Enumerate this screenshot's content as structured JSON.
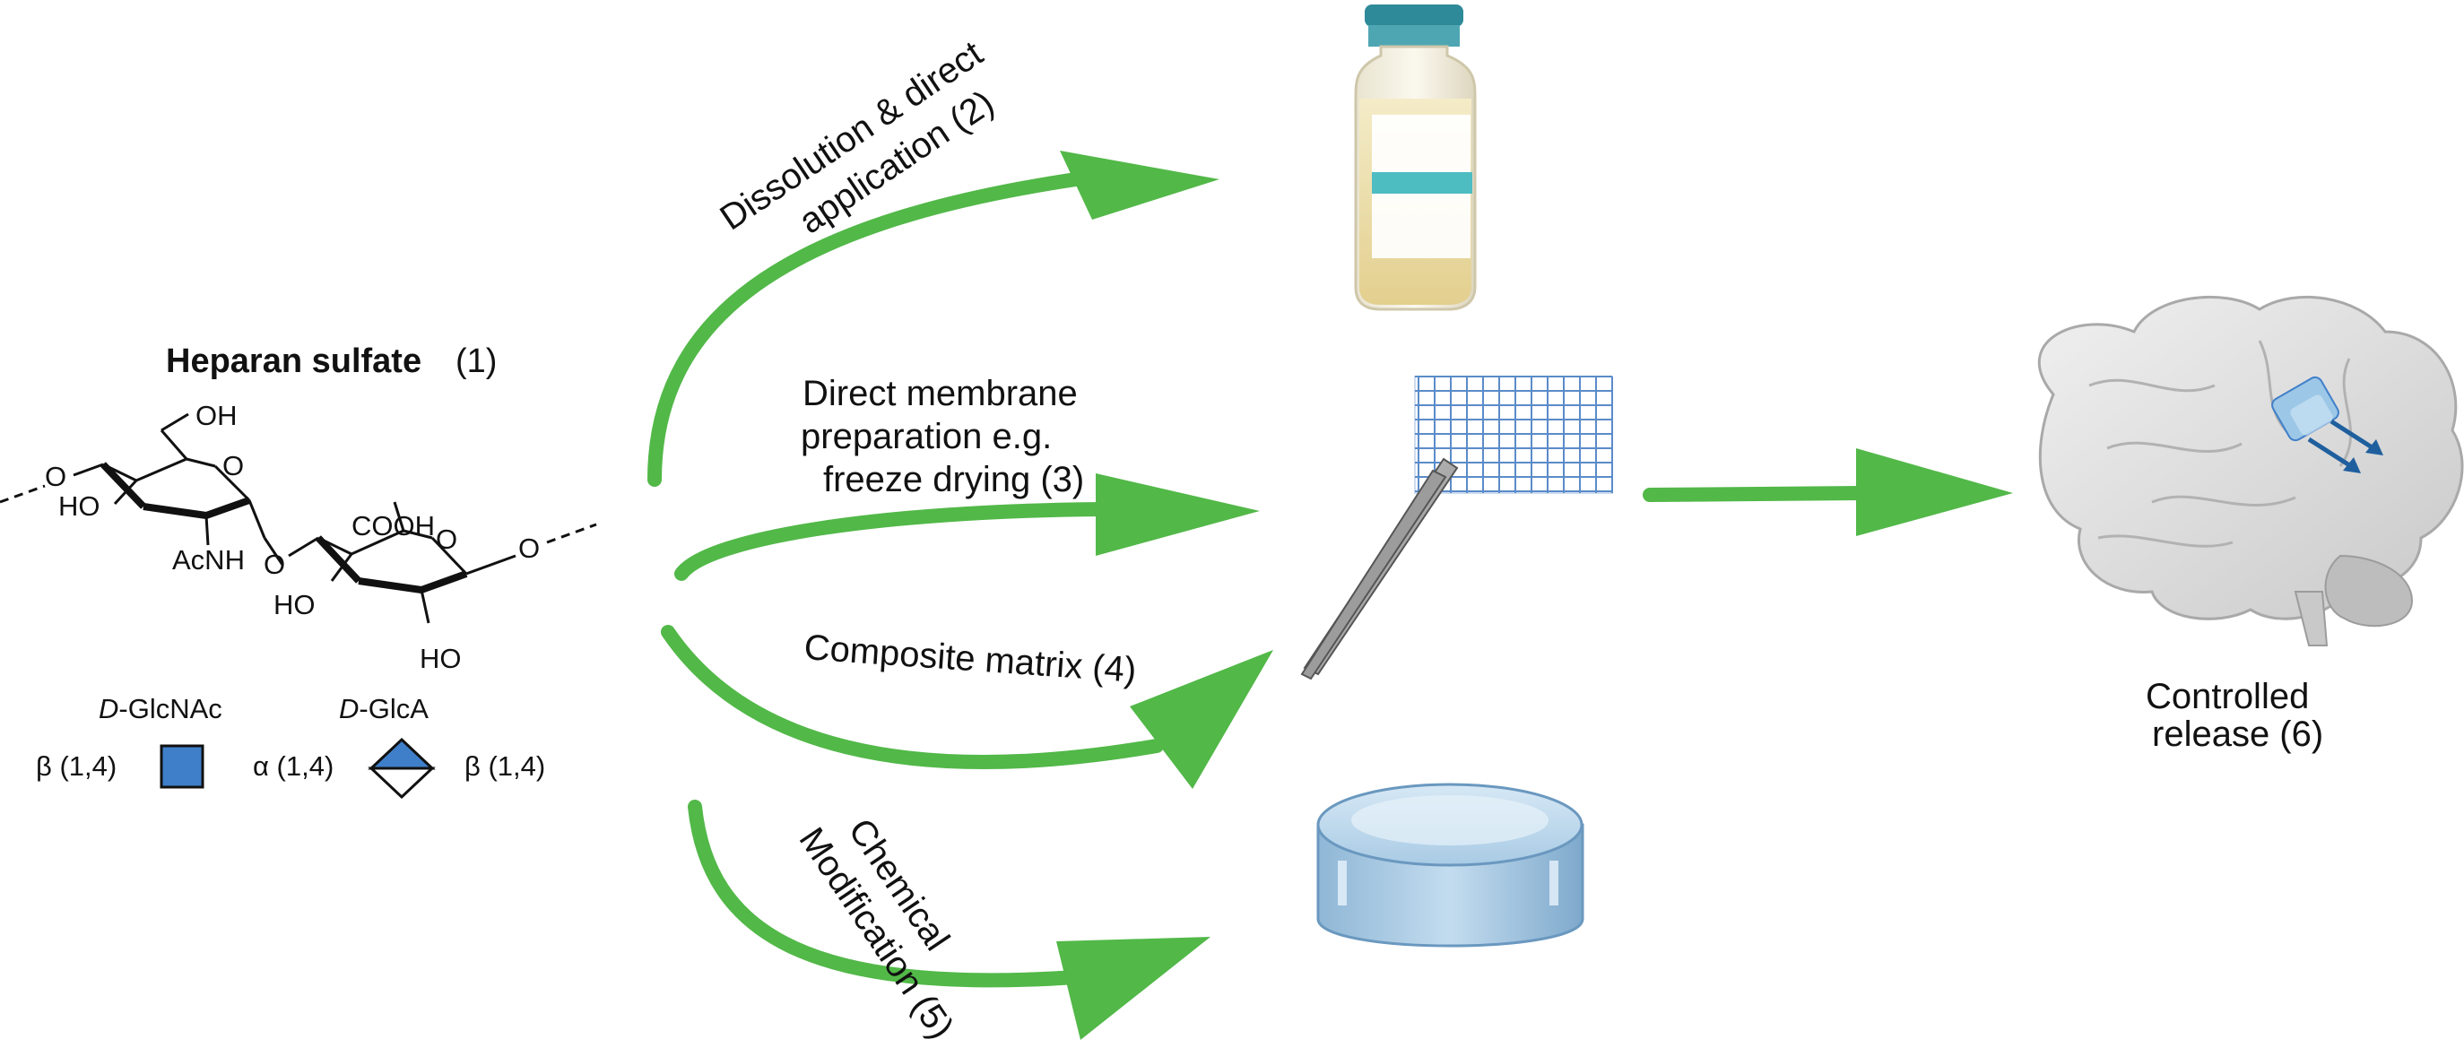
{
  "heparan": {
    "title_bold": "Heparan sulfate",
    "title_num": "(1)",
    "oh": "OH",
    "o": "O",
    "ho1": "HO",
    "acnh": "AcNH",
    "cooh": "COOH",
    "ho2": "HO",
    "ho3": "HO"
  },
  "legend": {
    "glcnac_prefix": "D",
    "glcnac_suffix": "-GlcNAc",
    "glca_prefix": "D",
    "glca_suffix": "-GlcA",
    "link1": "β (1,4)",
    "link2": "α (1,4)",
    "link3": "β (1,4)",
    "glcnac_color": "#3f7fc9",
    "glca_color": "#3f7fc9"
  },
  "routes": {
    "r2_line1": "Dissolution & direct",
    "r2_line2": "application (2)",
    "r3_line1": "Direct membrane",
    "r3_line2": "preparation e.g.",
    "r3_line3": "freeze drying (3)",
    "r4": "Composite matrix (4)",
    "r5_line1": "Chemical",
    "r5_line2": "Modification (5)"
  },
  "result": {
    "line1": "Controlled",
    "line2": "release (6)"
  },
  "icons": {
    "vial": "vial-icon",
    "mesh": "mesh-membrane-icon",
    "tweezers": "tweezers-icon",
    "gel": "hydrogel-disc-icon",
    "brain": "brain-icon"
  },
  "colors": {
    "arrow": "#52b848",
    "implant_arrow": "#1f5f9e"
  }
}
